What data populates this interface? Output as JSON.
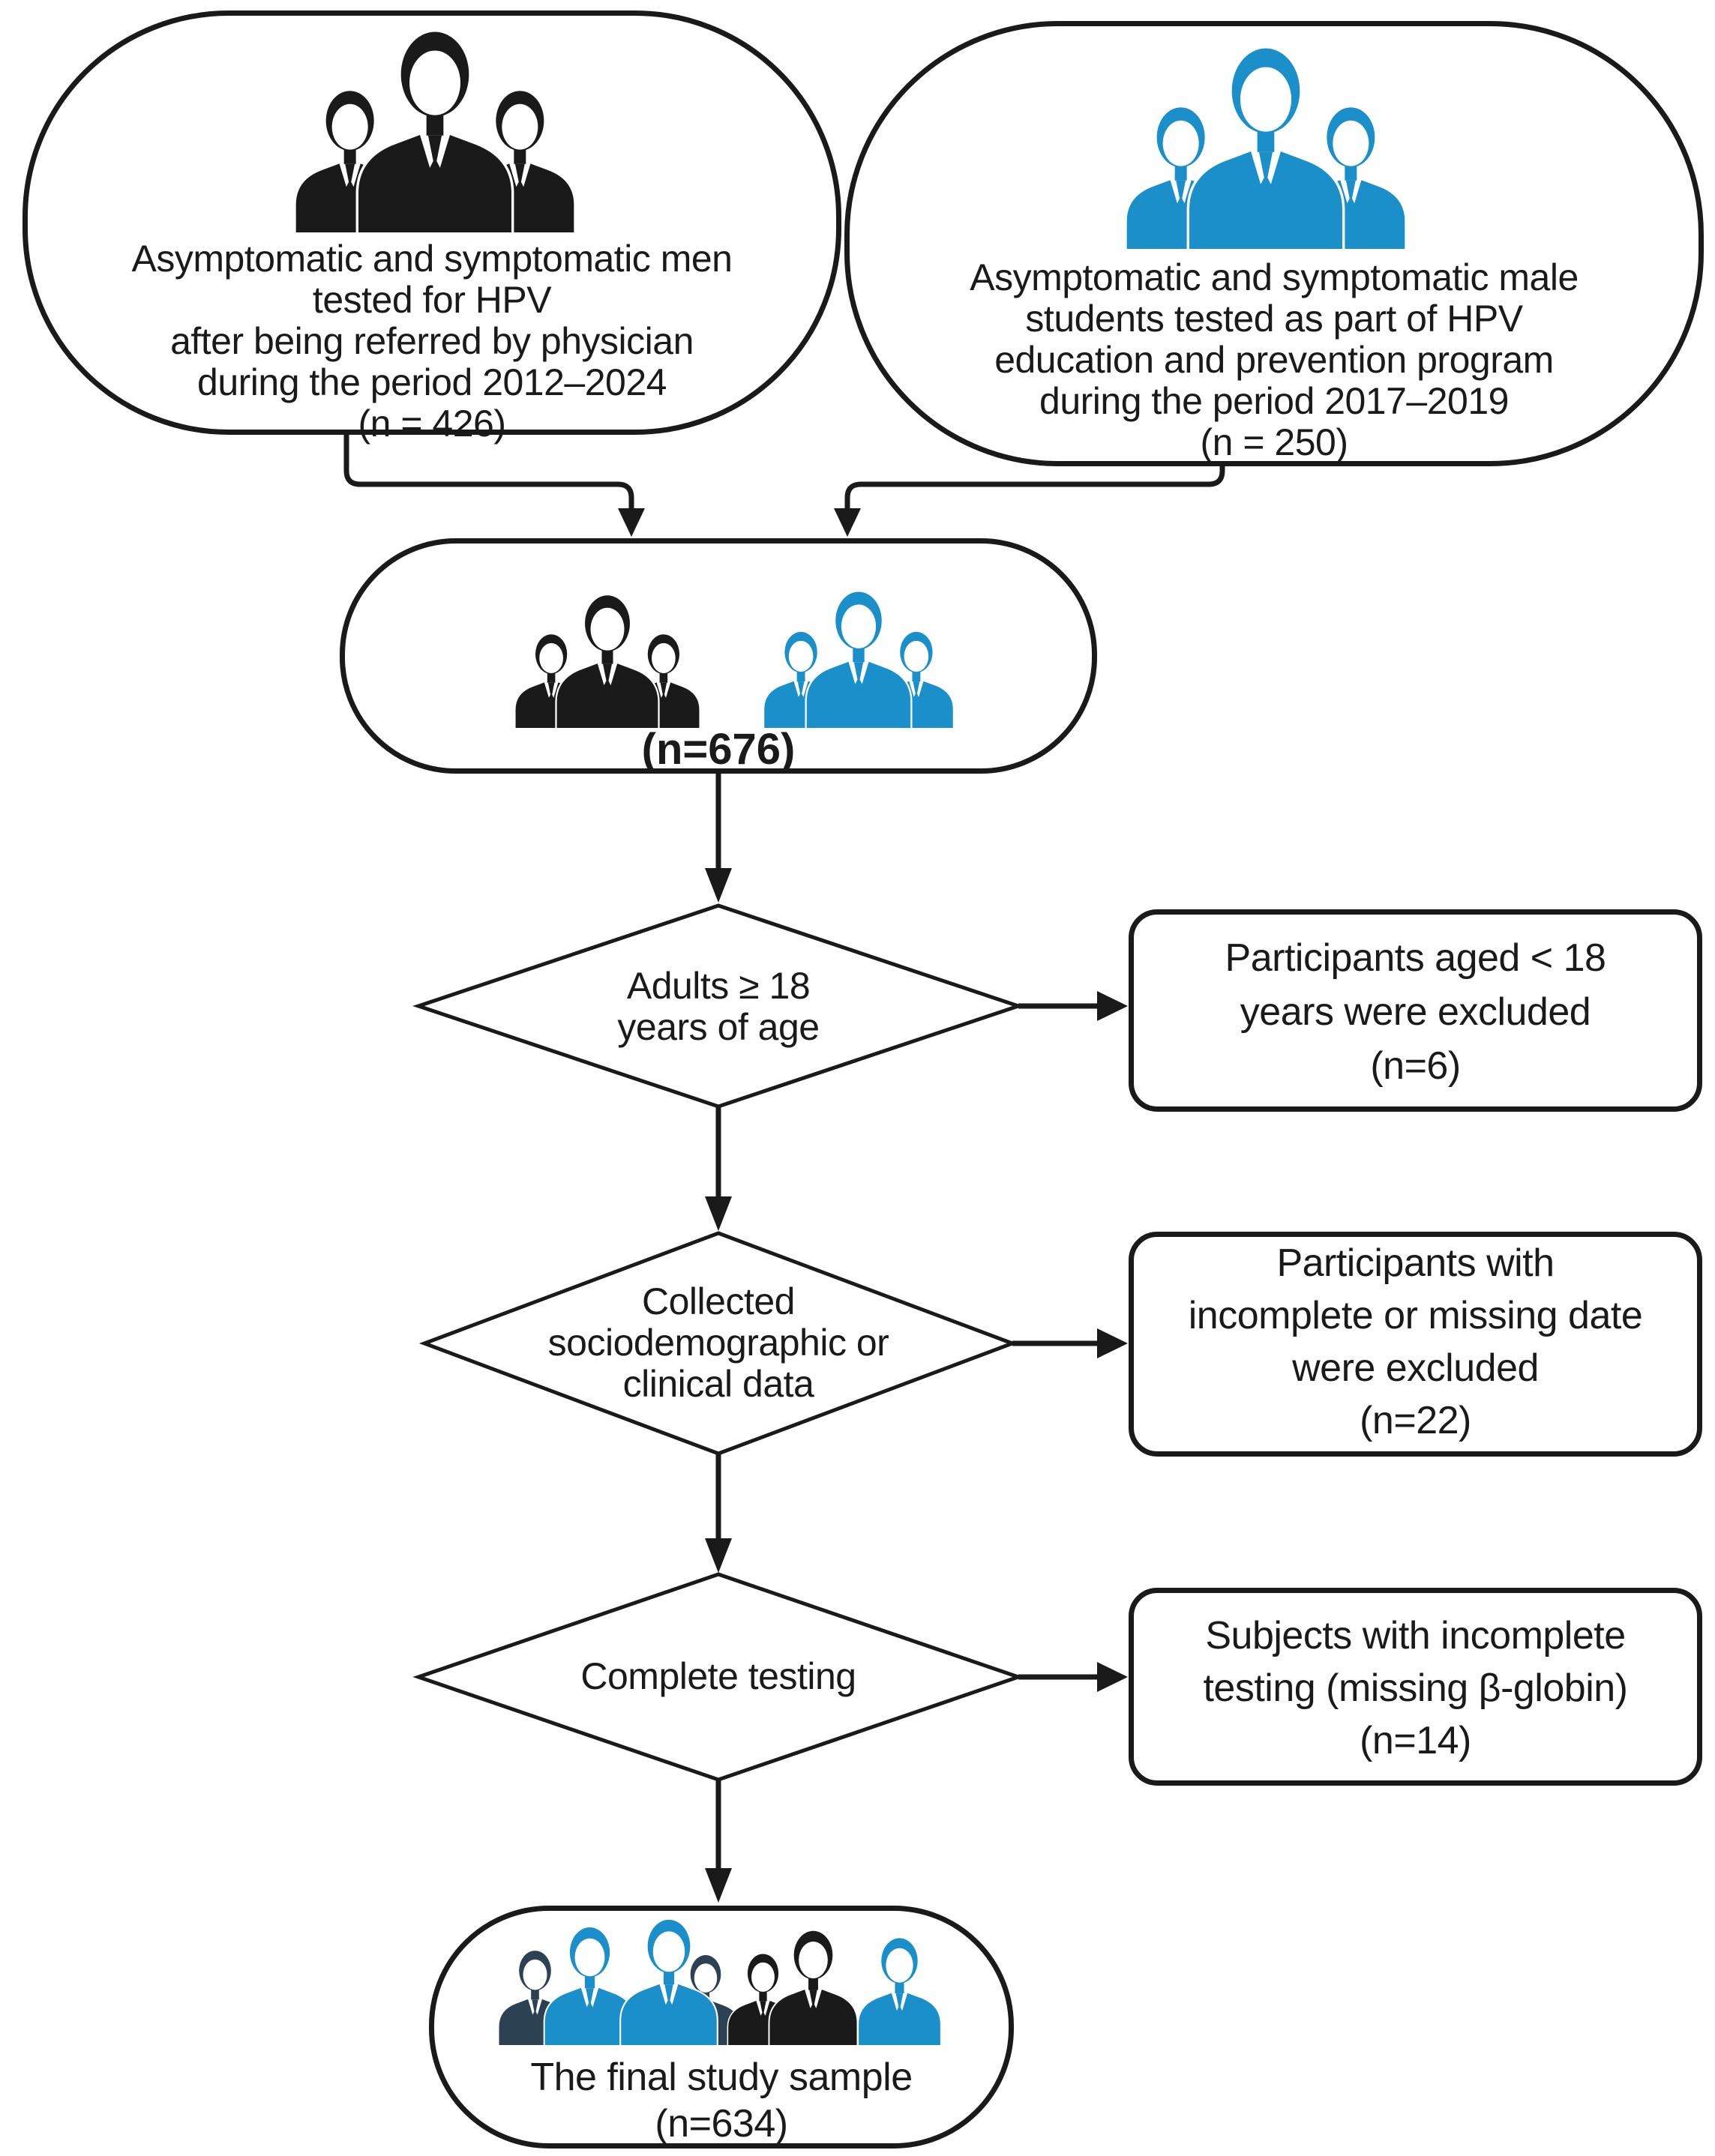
{
  "colors": {
    "outline": "#1a1a1a",
    "blue": "#1b8fc9",
    "navy": "#2d4154",
    "black": "#1a1a1a",
    "background": "#ffffff"
  },
  "nodes": {
    "source_referred": {
      "icon": "men-group-black-icon",
      "text": "Asymptomatic and symptomatic men\ntested for HPV\nafter being referred by physician\nduring the period 2012–2024\n(n = 426)"
    },
    "source_students": {
      "icon": "men-group-blue-icon",
      "text": "Asymptomatic and symptomatic male\nstudents  tested as part of HPV\neducation and prevention program\nduring the period 2017–2019\n(n = 250)"
    },
    "merged_pool": {
      "icon": "men-group-black-and-blue-icon",
      "label": "(n=676)"
    },
    "decision_age": {
      "text": "Adults  ≥ 18\nyears of age"
    },
    "excluded_age": {
      "text": "Participants aged < 18\nyears were excluded\n(n=6)"
    },
    "decision_data": {
      "text": "Collected\nsociodemographic or\nclinical data"
    },
    "excluded_data": {
      "text": "Participants with\nincomplete or missing date\nwere excluded\n(n=22)"
    },
    "decision_testing": {
      "text": "Complete testing"
    },
    "excluded_testing": {
      "text": "Subjects with incomplete\ntesting (missing β-globin)\n(n=14)"
    },
    "final_sample": {
      "icon": "people-crowd-mixed-icon",
      "text": "The final study sample\n(n=634)"
    }
  }
}
